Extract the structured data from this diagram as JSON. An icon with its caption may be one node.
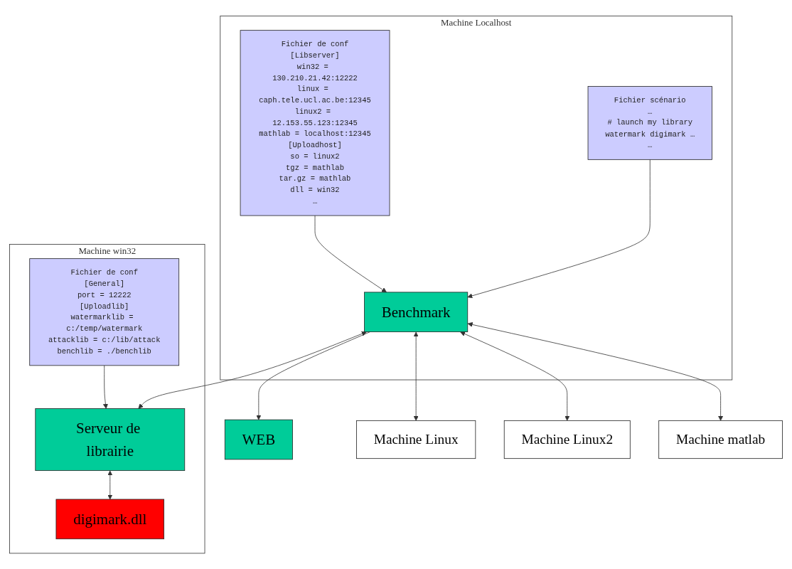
{
  "diagram": {
    "nodes": [
      {
        "text": [
          "Machine Localhost"
        ]
      },
      {
        "text": [
          "Fichier de conf",
          "[Libserver]",
          "win32 = 130.210.21.42:12222",
          "linux = caph.tele.ucl.ac.be:12345",
          "linux2 = 12.153.55.123:12345",
          "mathlab = localhost:12345",
          "[Uploadhost]",
          "so = linux2",
          "tgz = mathlab",
          "tar.gz = mathlab",
          "dll = win32",
          "…"
        ],
        "in": 0
      },
      {
        "text": [
          "Fichier scénario",
          "…",
          "# launch my library",
          "watermark digimark …",
          "…"
        ],
        "in": 0
      },
      {
        "text": [
          "Benchmark"
        ],
        "in": 0
      },
      {
        "text": [
          "WEB"
        ]
      },
      {
        "text": [
          "Machine win32"
        ]
      },
      {
        "text": [
          "Fichier de conf",
          "[General]",
          "port = 12222",
          "[Uploadlib]",
          "watermarklib = c:/temp/watermark",
          "attacklib = c:/lib/attack",
          "benchlib = ./benchlib"
        ],
        "in": 5
      },
      {
        "text": [
          "Serveur de librairie"
        ],
        "in": 5
      },
      {
        "text": [
          "digimark.dll"
        ],
        "in": 5
      },
      {
        "text": [
          "Machine Linux"
        ]
      },
      {
        "text": [
          "Machine Linux2"
        ]
      },
      {
        "text": [
          "Machine matlab"
        ]
      }
    ],
    "edges": [
      {
        "from": 1,
        "to": 3,
        "arrow": "to"
      },
      {
        "from": 2,
        "to": 3,
        "arrow": "to"
      },
      {
        "from": 3,
        "to": 4,
        "arrow": "to"
      },
      {
        "from": 6,
        "to": 7,
        "arrow": "to"
      },
      {
        "from": 7,
        "to": 8,
        "arrow": "both"
      },
      {
        "from": 3,
        "to": 7,
        "arrow": "both"
      },
      {
        "from": 3,
        "to": 9,
        "arrow": "both"
      },
      {
        "from": 3,
        "to": 10,
        "arrow": "both"
      },
      {
        "from": 3,
        "to": 11,
        "arrow": "both"
      }
    ]
  }
}
